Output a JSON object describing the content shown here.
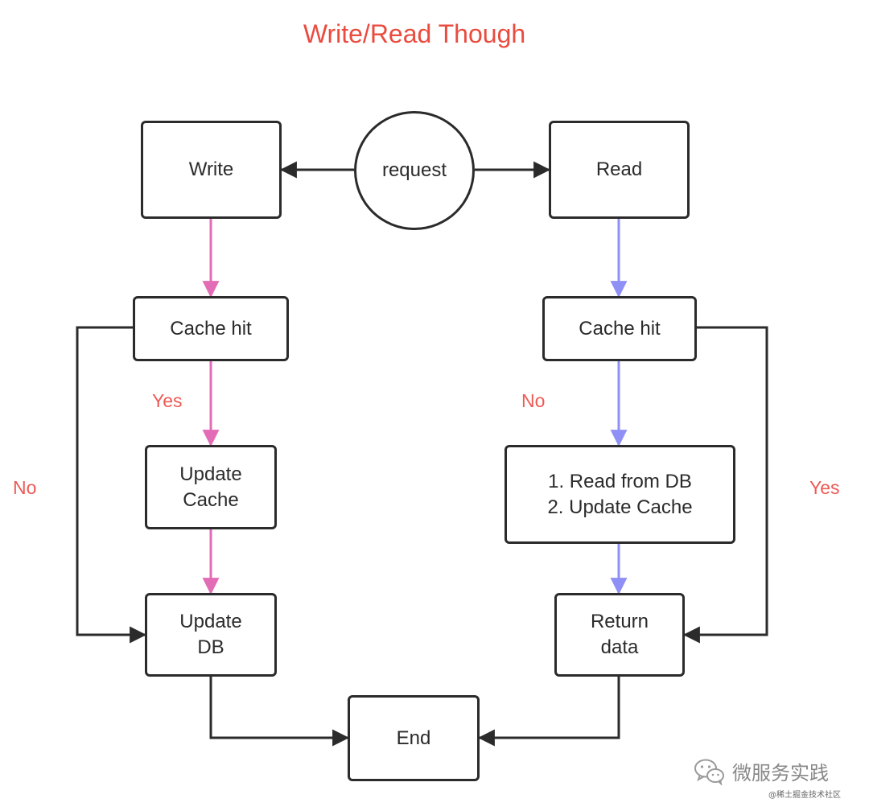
{
  "title": "Write/Read Though",
  "nodes": {
    "request": "request",
    "write": "Write",
    "read": "Read",
    "write_cache_hit": "Cache hit",
    "read_cache_hit": "Cache hit",
    "update_cache": "Update\nCache",
    "update_db": "Update\nDB",
    "read_from_db": "1. Read from DB\n2. Update Cache",
    "return_data": "Return\ndata",
    "end": "End"
  },
  "edge_labels": {
    "write_yes": "Yes",
    "write_no": "No",
    "read_no": "No",
    "read_yes": "Yes"
  },
  "colors": {
    "title": "#ea4b3f",
    "write_path": "#e26cb6",
    "read_path": "#8f90f5",
    "edge_default": "#2b2b2b",
    "label": "#ee5a55"
  },
  "watermark": {
    "text": "微服务实践",
    "sub": "@稀土掘金技术社区",
    "icon": "wechat-icon"
  }
}
